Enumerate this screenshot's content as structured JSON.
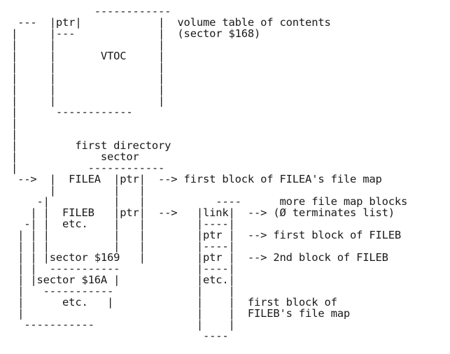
{
  "lines": [
    "             ------------",
    " ---  |ptr|            |  volume table of contents",
    "|     |---             |  (sector $168)",
    "|     |                |",
    "|     |       VTOC     |",
    "|     |                |",
    "|     |                |",
    "|     |                |",
    "|     |                |",
    "|      ------------",
    "|",
    "|",
    "|         first directory",
    "|             sector",
    "|           ------------",
    " -->  |  FILEA  |ptr|  --> first block of FILEA's file map",
    "      |         |   |",
    "    -|          |   |           ----      more file map blocks",
    "   | |  FILEB   |ptr|  -->   |link|  --> (Ø terminates list)",
    "  -| |  etc.    |   |        |----|",
    " | | |          |   |        |ptr |  --> first block of FILEB",
    " | | |          |   |        |----|",
    " | | |sector $169   |        |ptr |  --> 2nd block of FILEB",
    " | |  -----------            |----|",
    " | |sector $16A |            |etc.|",
    " |   -----------             |    |",
    " |      etc.   |             |    |  first block of",
    " |                           |    |  FILEB's file map",
    "  -----------                |    |",
    "                              ----"
  ],
  "colors": {
    "ink": "#1a1a1a",
    "paper": "#ffffff"
  }
}
